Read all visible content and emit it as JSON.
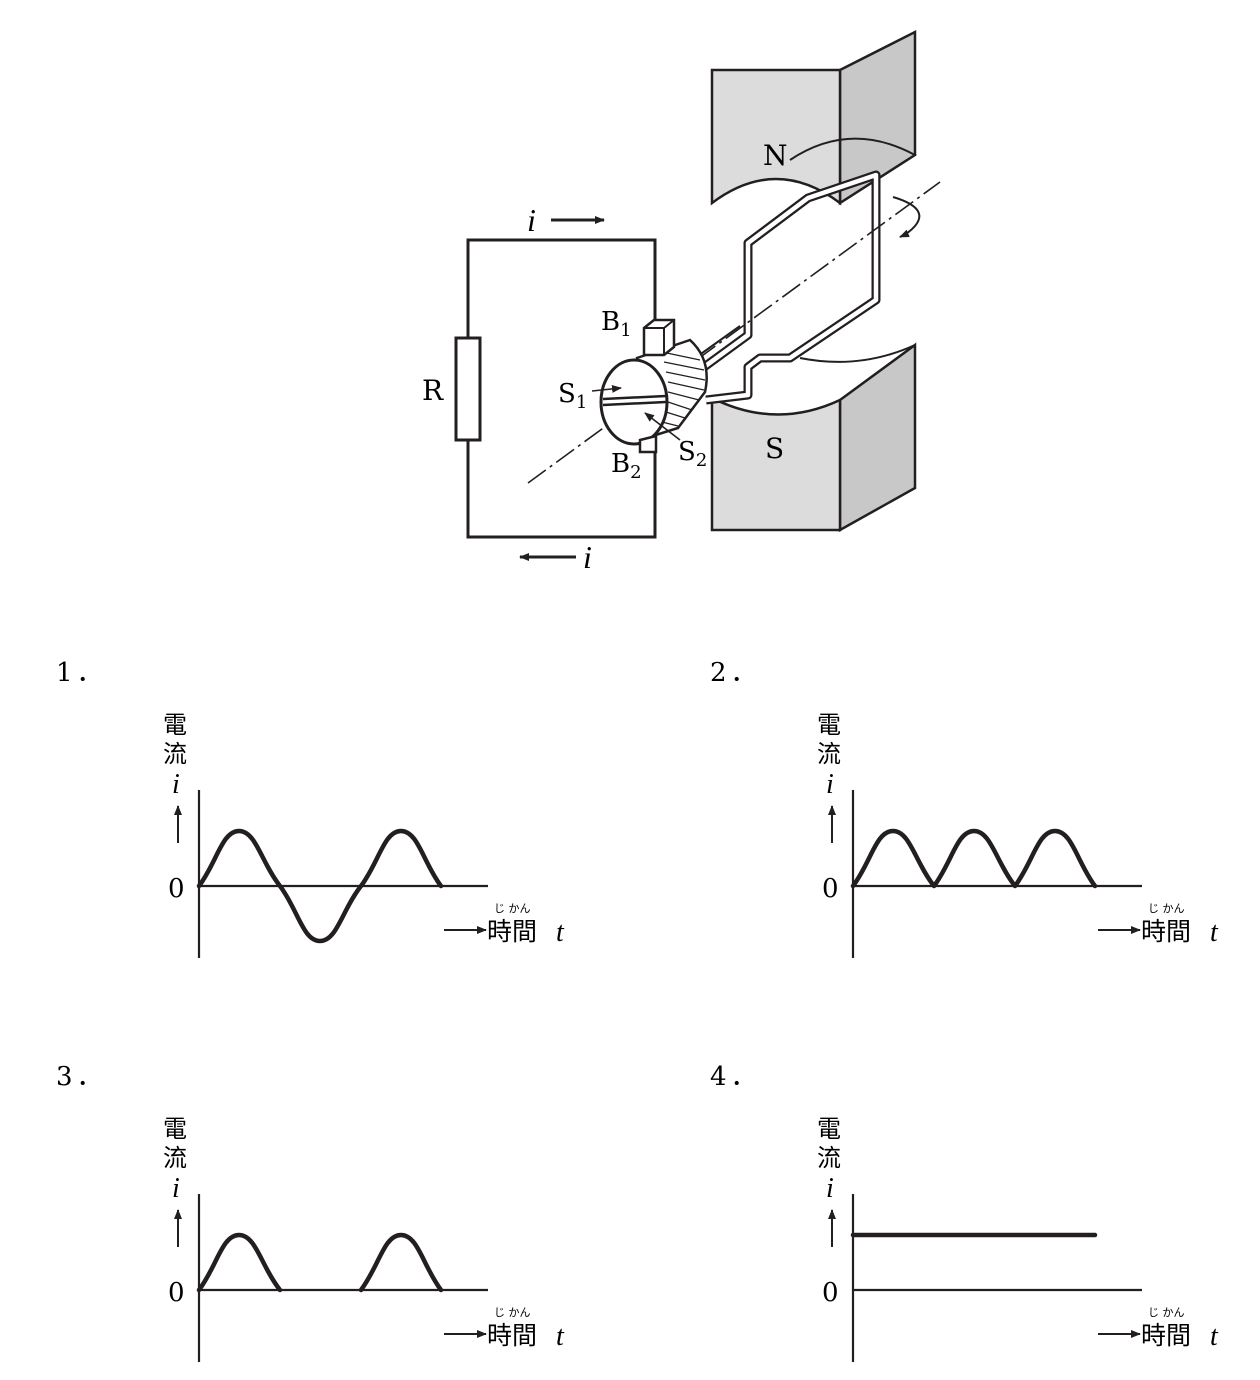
{
  "diagram": {
    "labels": {
      "current_top": "i",
      "current_bottom": "i",
      "resistor": "R",
      "brush1_main": "B",
      "brush1_sub": "1",
      "brush2_main": "B",
      "brush2_sub": "2",
      "segment1_main": "S",
      "segment1_sub": "1",
      "segment2_main": "S",
      "segment2_sub": "2",
      "pole_north": "N",
      "pole_south": "S"
    },
    "colors": {
      "magnet_fill": "#d9d9d9",
      "line": "#231f20"
    }
  },
  "options": [
    {
      "number": "1．",
      "y_axis_label": [
        "電",
        "流"
      ],
      "y_symbol": "i",
      "zero": "0",
      "x_axis_label": "時間",
      "x_axis_ruby": "じ かん",
      "x_symbol": "t",
      "waveform": "full sine (alternating current)"
    },
    {
      "number": "2．",
      "y_axis_label": [
        "電",
        "流"
      ],
      "y_symbol": "i",
      "zero": "0",
      "x_axis_label": "時間",
      "x_axis_ruby": "じ かん",
      "x_symbol": "t",
      "waveform": "full-wave rectified"
    },
    {
      "number": "3．",
      "y_axis_label": [
        "電",
        "流"
      ],
      "y_symbol": "i",
      "zero": "0",
      "x_axis_label": "時間",
      "x_axis_ruby": "じ かん",
      "x_symbol": "t",
      "waveform": "half-wave rectified"
    },
    {
      "number": "4．",
      "y_axis_label": [
        "電",
        "流"
      ],
      "y_symbol": "i",
      "zero": "0",
      "x_axis_label": "時間",
      "x_axis_ruby": "じ かん",
      "x_symbol": "t",
      "waveform": "constant (direct current)"
    }
  ]
}
